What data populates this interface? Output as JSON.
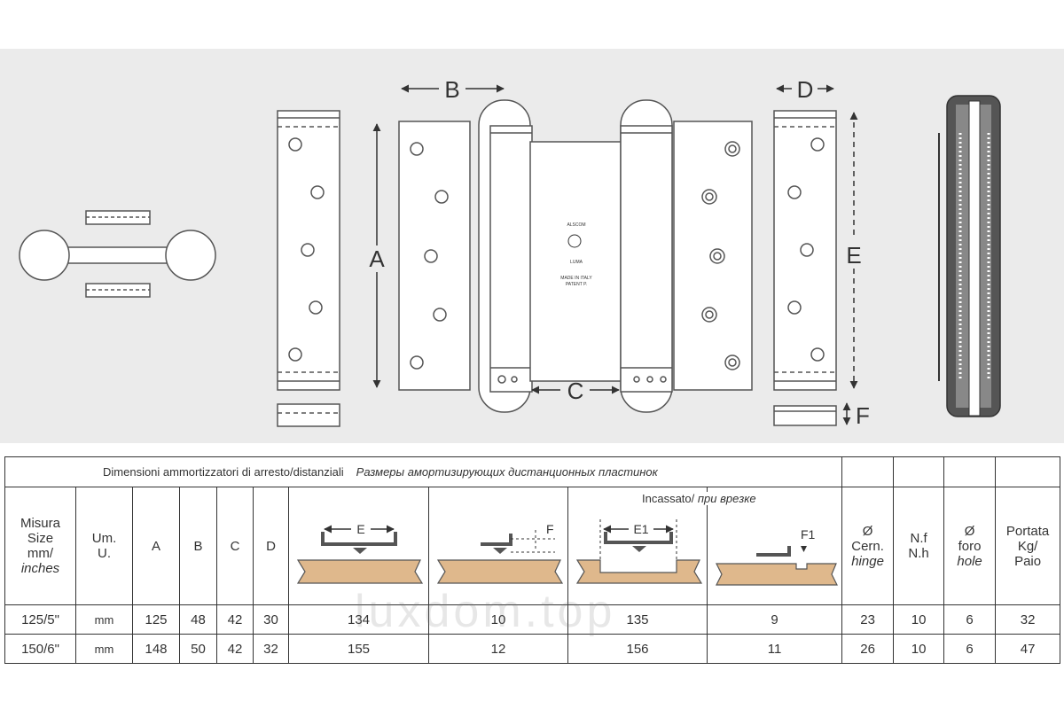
{
  "drawing": {
    "labels": {
      "A": "A",
      "B": "B",
      "C": "C",
      "D": "D",
      "E": "E",
      "F": "F"
    },
    "logo": {
      "line1": "ALSCOM",
      "line2": "LUMA",
      "line3": "MADE IN ITALY",
      "line4": "PATENT P."
    }
  },
  "table": {
    "banner_it": "Dimensioni ammortizzatori di arresto/distanziali",
    "banner_ru": "Размеры амортизирующих дистанционных пластинок",
    "incassato": "Incassato/",
    "incassato_ru": "при врезке",
    "headers": {
      "misura": [
        "Misura",
        "Size",
        "mm/"
      ],
      "misura_it": "inches",
      "um": [
        "Um.",
        "U."
      ],
      "A": "A",
      "B": "B",
      "C": "C",
      "D": "D",
      "E_icon_label": "E",
      "F_icon_label": "F",
      "E1_icon_label": "E1",
      "F1_icon_label": "F1",
      "cern": [
        "Ø",
        "Cern."
      ],
      "cern_it": "hinge",
      "nf": [
        "N.f",
        "N.h"
      ],
      "foro": [
        "Ø",
        "foro"
      ],
      "foro_it": "hole",
      "portata": [
        "Portata",
        "Kg/",
        "Paio"
      ]
    },
    "rows": [
      {
        "size": "125/5\"",
        "um": "mm",
        "A": "125",
        "B": "48",
        "C": "42",
        "D": "30",
        "E": "134",
        "F": "10",
        "E1": "135",
        "F1": "9",
        "cern": "23",
        "nf": "10",
        "foro": "6",
        "portata": "32"
      },
      {
        "size": "150/6\"",
        "um": "mm",
        "A": "148",
        "B": "50",
        "C": "42",
        "D": "32",
        "E": "155",
        "F": "12",
        "E1": "156",
        "F1": "11",
        "cern": "26",
        "nf": "10",
        "foro": "6",
        "portata": "47"
      }
    ]
  },
  "watermark": "luxdom.top",
  "colors": {
    "wood": "#dfb88c",
    "panel": "#ebebeb",
    "line": "#333333"
  }
}
